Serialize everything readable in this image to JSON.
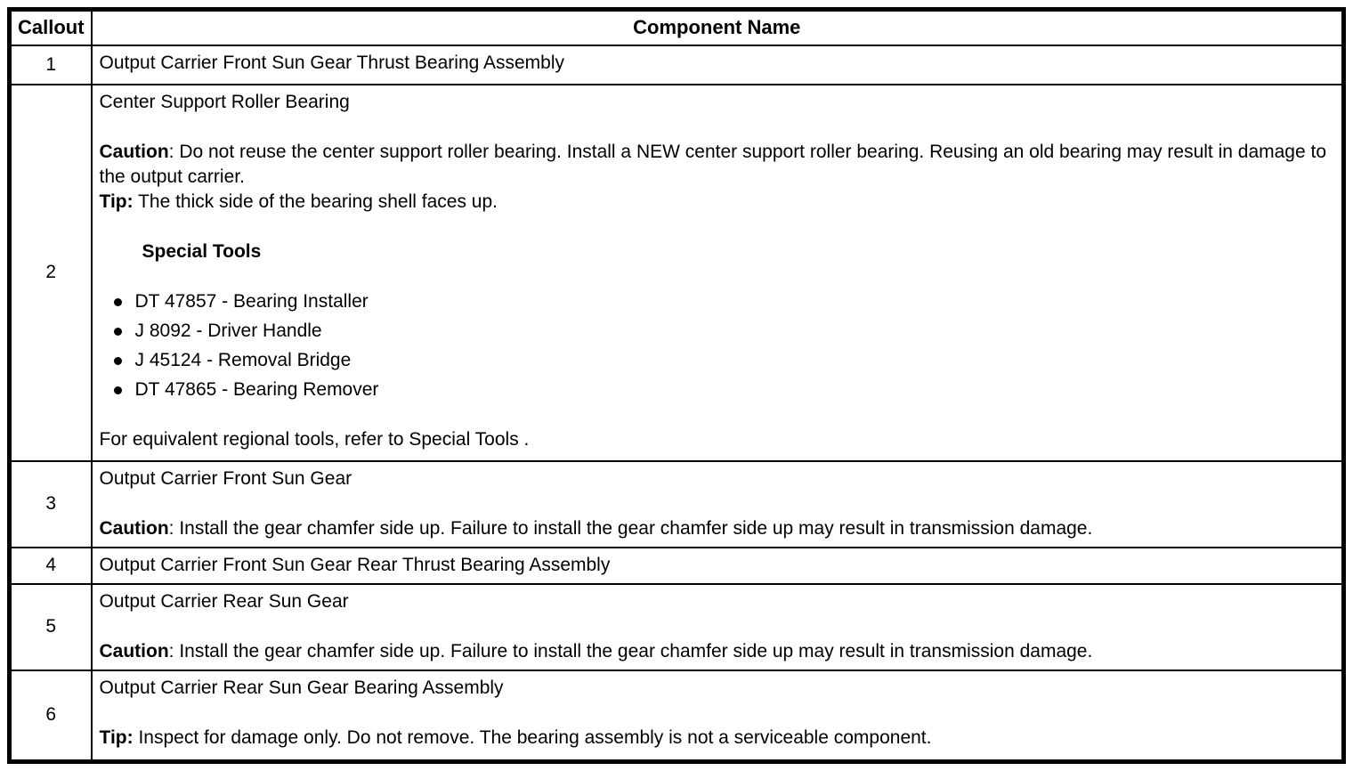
{
  "colors": {
    "ink": "#000000",
    "background": "#ffffff",
    "border": "#000000"
  },
  "table": {
    "header": {
      "callout": "Callout",
      "component": "Component Name"
    },
    "rows": [
      {
        "callout": "1",
        "name": "Output Carrier Front Sun Gear Thrust Bearing Assembly"
      },
      {
        "callout": "2",
        "name": "Center Support Roller Bearing",
        "caution_label": "Caution",
        "caution_text": ": Do not reuse the center support roller bearing. Install a NEW center support roller bearing. Reusing an old bearing may result in damage to the output carrier.",
        "tip_label": "Tip:",
        "tip_text": " The thick side of the bearing shell faces up.",
        "special_tools_heading": "Special Tools",
        "tools": [
          "DT 47857 - Bearing Installer",
          "J 8092 - Driver Handle",
          "J 45124 - Removal Bridge",
          "DT 47865 - Bearing Remover"
        ],
        "regional_note": "For equivalent regional tools, refer to Special Tools ."
      },
      {
        "callout": "3",
        "name": "Output Carrier Front Sun Gear",
        "caution_label": "Caution",
        "caution_text": ": Install the gear chamfer side up. Failure to install the gear chamfer side up may result in transmission damage."
      },
      {
        "callout": "4",
        "name": "Output Carrier Front Sun Gear Rear Thrust Bearing Assembly"
      },
      {
        "callout": "5",
        "name": "Output Carrier Rear Sun Gear",
        "caution_label": "Caution",
        "caution_text": ": Install the gear chamfer side up. Failure to install the gear chamfer side up may result in transmission damage."
      },
      {
        "callout": "6",
        "name": "Output Carrier Rear Sun Gear Bearing Assembly",
        "tip_label": "Tip:",
        "tip_text": " Inspect for damage only. Do not remove. The bearing assembly is not a serviceable component."
      }
    ]
  }
}
